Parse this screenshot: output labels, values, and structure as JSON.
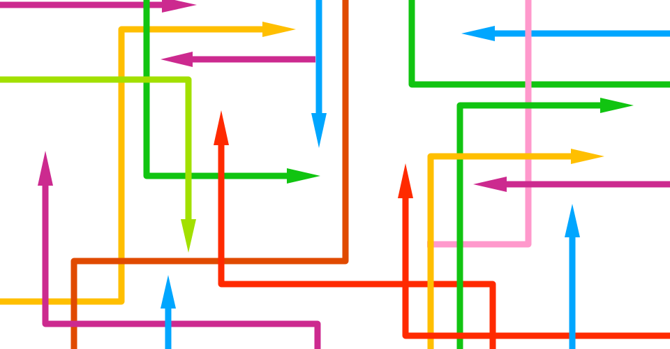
{
  "artwork": {
    "title": "",
    "background": "#ffffff",
    "palette": {
      "magenta": "#cc2a8f",
      "yellow": "#ffbf00",
      "green": "#11c411",
      "blue": "#00a6ff",
      "orange": "#e04a00",
      "lime": "#a2e000",
      "red": "#ff2a00",
      "pink": "#ff99cc"
    },
    "arrows": [
      {
        "color": "magenta",
        "direction": "right"
      },
      {
        "color": "yellow",
        "direction": "right"
      },
      {
        "color": "green",
        "direction": "right"
      },
      {
        "color": "blue",
        "direction": "down"
      },
      {
        "color": "magenta",
        "direction": "left"
      },
      {
        "color": "orange",
        "direction": "none"
      },
      {
        "color": "lime",
        "direction": "down"
      },
      {
        "color": "red",
        "direction": "up"
      },
      {
        "color": "magenta",
        "direction": "up"
      },
      {
        "color": "blue",
        "direction": "up"
      },
      {
        "color": "green",
        "direction": "none"
      },
      {
        "color": "blue",
        "direction": "left"
      },
      {
        "color": "pink",
        "direction": "none"
      },
      {
        "color": "green",
        "direction": "right"
      },
      {
        "color": "yellow",
        "direction": "right"
      },
      {
        "color": "magenta",
        "direction": "left"
      },
      {
        "color": "red",
        "direction": "up"
      },
      {
        "color": "blue",
        "direction": "up"
      }
    ]
  }
}
